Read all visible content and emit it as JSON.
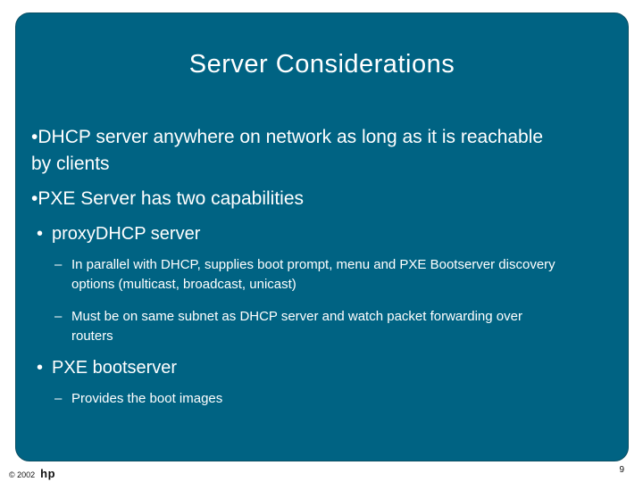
{
  "slide": {
    "title": "Server Considerations",
    "bullet_glyph": "•",
    "sub_bullet_glyph": "–",
    "bullets": [
      {
        "level": 1,
        "text": "DHCP server anywhere on network as long as it is reachable by clients"
      },
      {
        "level": 1,
        "text": "PXE Server has two capabilities"
      },
      {
        "level": 1,
        "text": "proxyDHCP server"
      },
      {
        "level": 2,
        "text": "In parallel with DHCP, supplies boot prompt, menu and PXE Bootserver discovery options (multicast, broadcast, unicast)"
      },
      {
        "level": 2,
        "text": "Must be on same subnet as DHCP server and watch packet forwarding over routers"
      },
      {
        "level": 1,
        "text": "PXE bootserver"
      },
      {
        "level": 2,
        "text": "Provides the boot images"
      }
    ],
    "footer": {
      "copyright": "© 2002",
      "brand": "hp",
      "page_number": "9"
    },
    "colors": {
      "page_background": "#ffffff",
      "slide_fill": "#006383",
      "slide_border": "#0b4e63",
      "text": "#ffffff",
      "footer_text": "#111111"
    }
  }
}
